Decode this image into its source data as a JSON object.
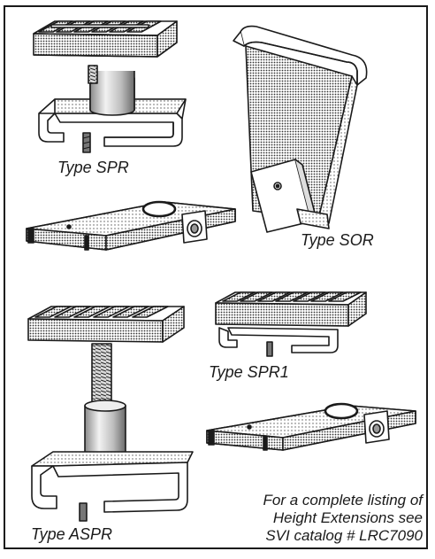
{
  "captions": {
    "spr": "Type SPR",
    "sor": "Type SOR",
    "spr1": "Type SPR1",
    "aspr": "Type ASPR"
  },
  "note": {
    "line1": "For a complete listing of",
    "line2": "Height Extensions see",
    "line3": "SVI catalog # LRC7090"
  },
  "colors": {
    "ink": "#1a1a1a",
    "paper": "#ffffff",
    "shade": "#9a9a9a"
  }
}
